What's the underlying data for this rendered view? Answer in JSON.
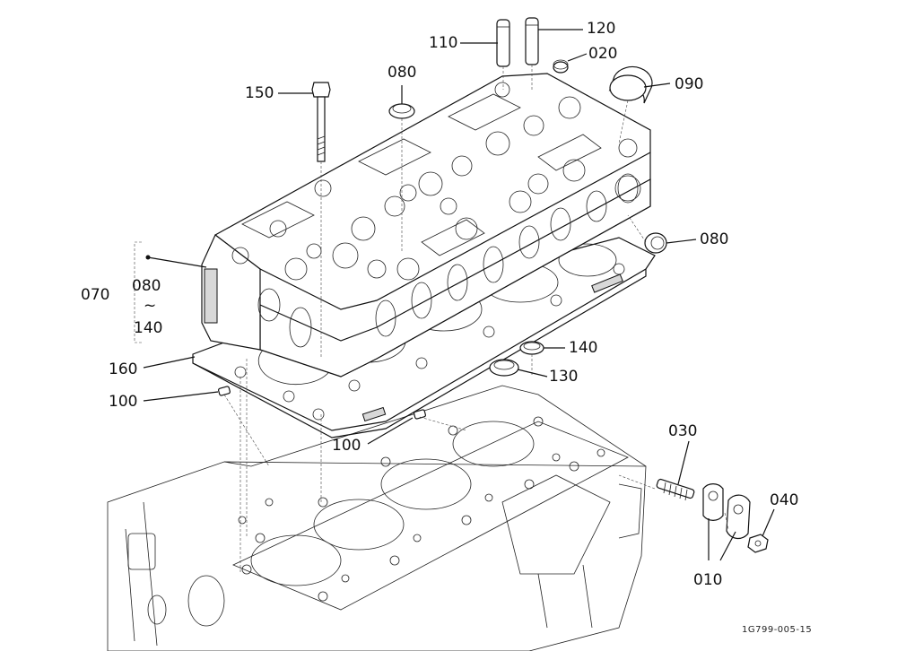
{
  "labels": {
    "p010": "010",
    "p020": "020",
    "p030": "030",
    "p040": "040",
    "p070": "070",
    "p080_top": "080",
    "p080_right": "080",
    "p080_bracket": "080",
    "tilde": "~",
    "p140_bracket": "140",
    "p090": "090",
    "p100_left": "100",
    "p100_bottom": "100",
    "p110": "110",
    "p120": "120",
    "p130": "130",
    "p140_right": "140",
    "p150": "150",
    "p160": "160"
  },
  "drawing_code": "1G799-005-15"
}
